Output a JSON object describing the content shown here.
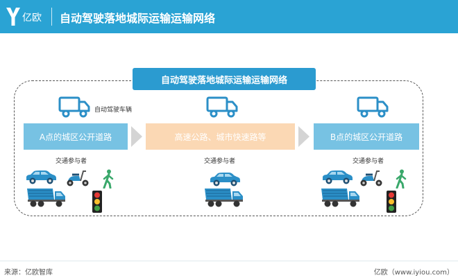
{
  "header": {
    "logo_text": "亿欧",
    "title": "自动驾驶落地城际运输运输网络"
  },
  "diagram": {
    "network_label": "自动驾驶落地城际运输运输网络",
    "vehicle_label": "自动驾驶车辆",
    "roads": [
      {
        "label": "A点的城区公开道路"
      },
      {
        "label": "高速公路、城市快速路等"
      },
      {
        "label": "B点的城区公开道路"
      }
    ],
    "participants_label": "交通参与者"
  },
  "footer": {
    "source": "来源：亿欧智库",
    "site": "亿欧（www.iyiou.com）"
  },
  "colors": {
    "brand": "#2aa3d4",
    "urban_road": "#77c2e3",
    "highway": "#fbd8b4",
    "icon_blue": "#2b8fc7"
  }
}
